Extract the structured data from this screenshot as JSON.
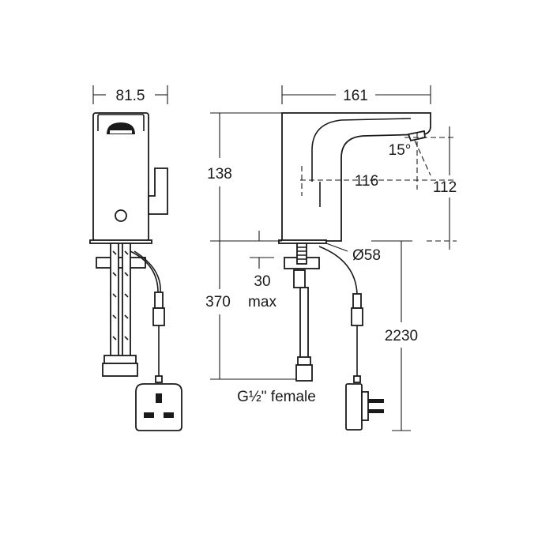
{
  "dimensions": {
    "front_width": "81.5",
    "side_width": "161",
    "spout_height": "138",
    "spout_reach": "116",
    "outlet_height": "112",
    "spray_angle": "15°",
    "hole_diameter": "Ø58",
    "deck_thickness_value": "30",
    "deck_thickness_unit": "max",
    "tail_length": "370",
    "cable_length": "2230",
    "connection": "G½\" female"
  },
  "colors": {
    "line": "#1a1a1a",
    "background": "#ffffff"
  }
}
